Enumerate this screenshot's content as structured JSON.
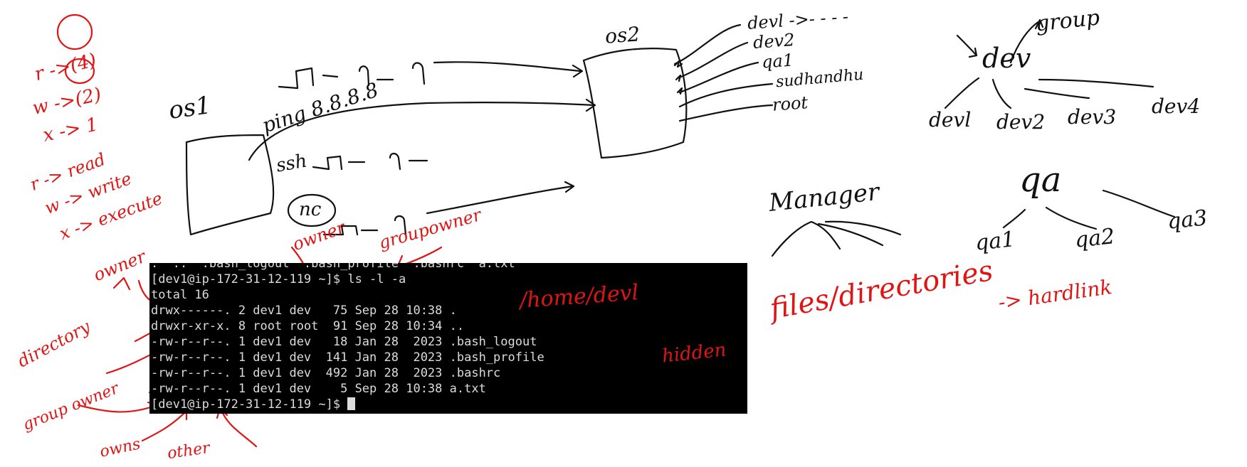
{
  "left_notes": {
    "r": "r ->(4)",
    "w": "w ->(2)",
    "x": "x -> 1",
    "r_read": "r -> read",
    "w_write": "w -> write",
    "x_execute": "x -> execute"
  },
  "diagram": {
    "os1": "os1",
    "os2": "os2",
    "ping": "ping 8.8.8.8",
    "ssh": "ssh",
    "nc": "nc",
    "users": [
      "devl ->- - - -",
      "dev2",
      "qa1",
      "sudhandhu",
      "root"
    ]
  },
  "groups": {
    "dev": {
      "title": "dev",
      "group_label": "group",
      "members": [
        "devl",
        "dev2",
        "dev3",
        "dev4"
      ]
    },
    "manager": "Manager",
    "qa": {
      "title": "qa",
      "members": [
        "qa1",
        "qa2",
        "qa3"
      ]
    },
    "files_dirs": "files/directories",
    "hardlink": "-> hardlink"
  },
  "terminal": {
    "lines": [
      ".  ..  .bash_logout  .bash_profile  .bashrc  a.txt",
      "[dev1@ip-172-31-12-119 ~]$ ls -l -a",
      "total 16",
      "drwx------. 2 dev1 dev   75 Sep 28 10:38 .",
      "drwxr-xr-x. 8 root root  91 Sep 28 10:34 ..",
      "-rw-r--r--. 1 dev1 dev   18 Jan 28  2023 .bash_logout",
      "-rw-r--r--. 1 dev1 dev  141 Jan 28  2023 .bash_profile",
      "-rw-r--r--. 1 dev1 dev  492 Jan 28  2023 .bashrc",
      "-rw-r--r--. 1 dev1 dev    5 Sep 28 10:38 a.txt",
      "[dev1@ip-172-31-12-119 ~]$ "
    ]
  },
  "annotations": {
    "owner": "owner",
    "directory": "directory",
    "group_owner_left": "group owner",
    "owns": "owns",
    "other": "other",
    "owner_top": "owner",
    "groupowner": "groupowner",
    "home_dev1": "/home/devl",
    "hidden": "hidden"
  },
  "colors": {
    "ink": "#111111",
    "red_ink": "#e11414",
    "terminal_bg": "#000000",
    "terminal_fg": "#dcdcdc"
  }
}
